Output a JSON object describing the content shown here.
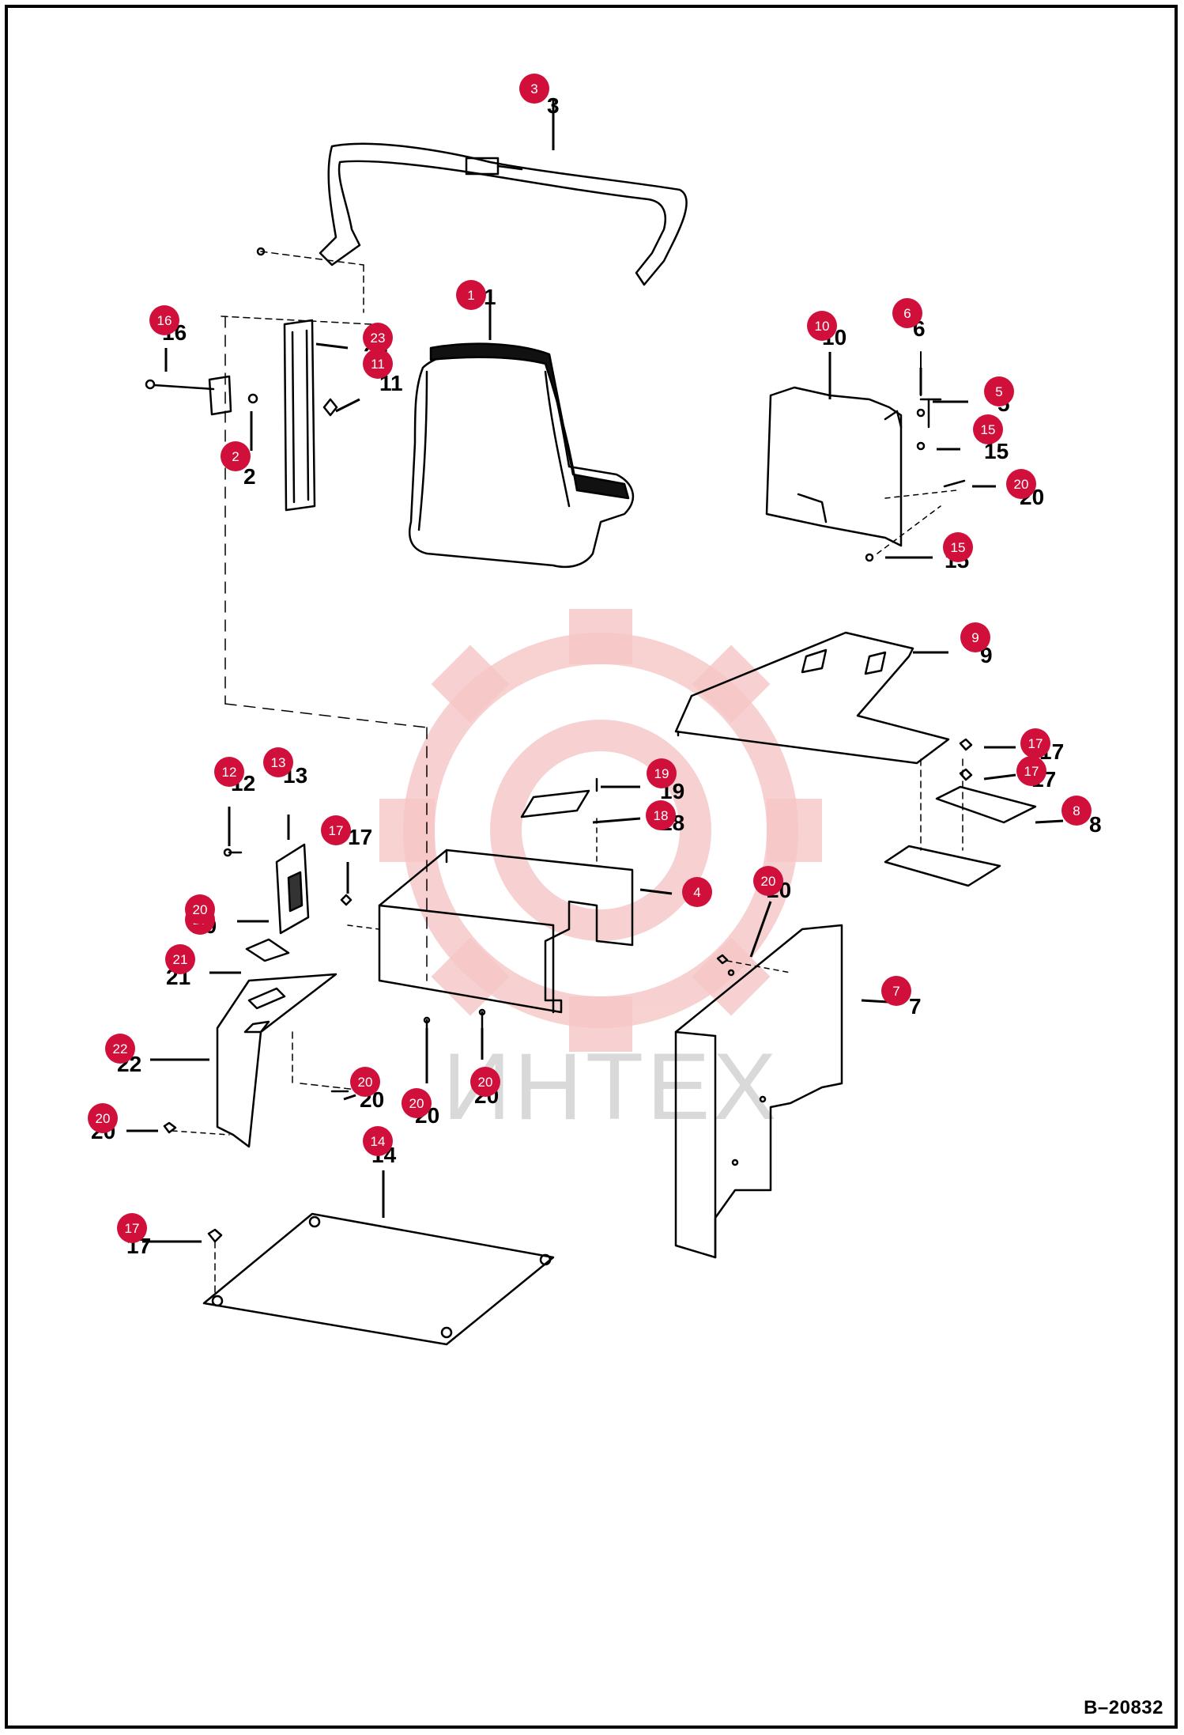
{
  "drawing_number": "B–20832",
  "watermark_text": "ИНТЕХ",
  "colors": {
    "badge": "#d0103a",
    "badge_text": "#ffffff",
    "line": "#000000",
    "watermark": "#f3b7b7"
  },
  "callouts": [
    "1",
    "2",
    "3",
    "4",
    "5",
    "6",
    "7",
    "8",
    "9",
    "10",
    "11",
    "12",
    "13",
    "14",
    "15",
    "15",
    "16",
    "17",
    "17",
    "17",
    "17",
    "17",
    "18",
    "19",
    "20",
    "20",
    "20",
    "20",
    "20",
    "20",
    "20",
    "20",
    "21",
    "22",
    "23"
  ]
}
